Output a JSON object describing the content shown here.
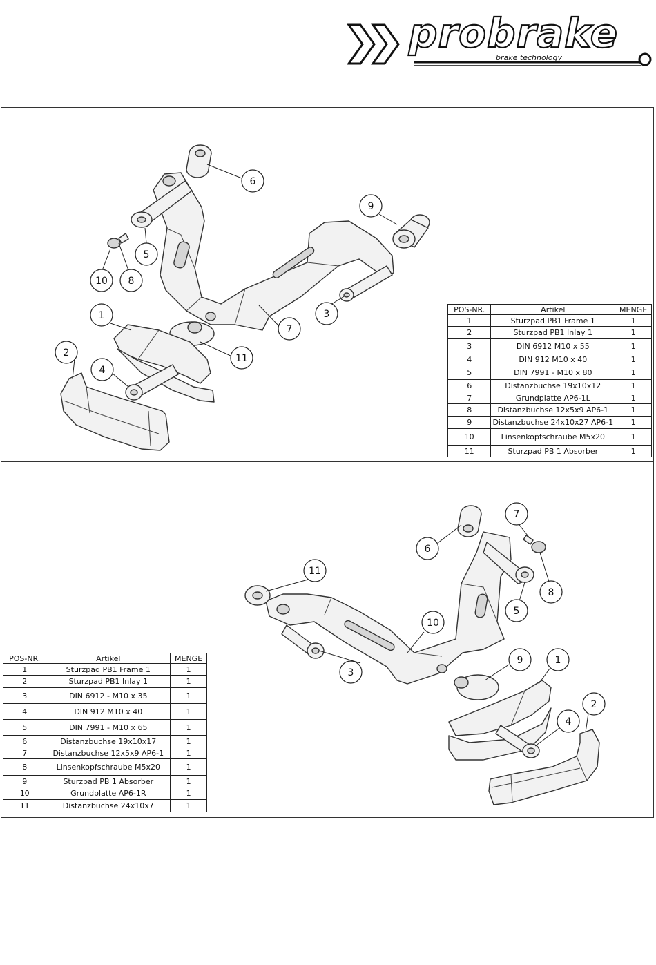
{
  "header": {
    "brand": "probrake",
    "tagline": "brake technology"
  },
  "left_assembly": {
    "columns": [
      "POS-NR.",
      "Artikel",
      "MENGE"
    ],
    "rows": [
      {
        "pos": "1",
        "article": "Sturzpad PB1 Frame 1",
        "qty": "1"
      },
      {
        "pos": "2",
        "article": "Sturzpad PB1 Inlay 1",
        "qty": "1"
      },
      {
        "pos": "3",
        "article": "DIN 6912 M10 x 55",
        "qty": "1"
      },
      {
        "pos": "4",
        "article": "DIN 912 M10 x 40",
        "qty": "1"
      },
      {
        "pos": "5",
        "article": "DIN 7991 - M10 x 80",
        "qty": "1"
      },
      {
        "pos": "6",
        "article": "Distanzbuchse 19x10x12",
        "qty": "1"
      },
      {
        "pos": "7",
        "article": "Grundplatte AP6-1L",
        "qty": "1"
      },
      {
        "pos": "8",
        "article": "Distanzbuchse 12x5x9  AP6-1",
        "qty": "1"
      },
      {
        "pos": "9",
        "article": "Distanzbuchse 24x10x27 AP6-1",
        "qty": "1"
      },
      {
        "pos": "10",
        "article": "Linsenkopfschraube M5x20",
        "qty": "1"
      },
      {
        "pos": "11",
        "article": "Sturzpad PB 1 Absorber",
        "qty": "1"
      }
    ],
    "callouts": [
      "6",
      "9",
      "5",
      "10",
      "8",
      "1",
      "11",
      "7",
      "3",
      "2",
      "4"
    ]
  },
  "right_assembly": {
    "columns": [
      "POS-NR.",
      "Artikel",
      "MENGE"
    ],
    "rows": [
      {
        "pos": "1",
        "article": "Sturzpad PB1 Frame 1",
        "qty": "1"
      },
      {
        "pos": "2",
        "article": "Sturzpad PB1 Inlay 1",
        "qty": "1"
      },
      {
        "pos": "3",
        "article": "DIN 6912 - M10 x 35",
        "qty": "1"
      },
      {
        "pos": "4",
        "article": "DIN 912 M10 x 40",
        "qty": "1"
      },
      {
        "pos": "5",
        "article": "DIN 7991 - M10 x 65",
        "qty": "1"
      },
      {
        "pos": "6",
        "article": "Distanzbuchse 19x10x17",
        "qty": "1"
      },
      {
        "pos": "7",
        "article": "Distanzbuchse 12x5x9  AP6-1",
        "qty": "1"
      },
      {
        "pos": "8",
        "article": "Linsenkopfschraube M5x20",
        "qty": "1"
      },
      {
        "pos": "9",
        "article": "Sturzpad PB 1 Absorber",
        "qty": "1"
      },
      {
        "pos": "10",
        "article": "Grundplatte AP6-1R",
        "qty": "1"
      },
      {
        "pos": "11",
        "article": "Distanzbuchse 24x10x7",
        "qty": "1"
      }
    ],
    "callouts": [
      "7",
      "6",
      "11",
      "8",
      "5",
      "10",
      "9",
      "1",
      "3",
      "2",
      "4"
    ]
  }
}
